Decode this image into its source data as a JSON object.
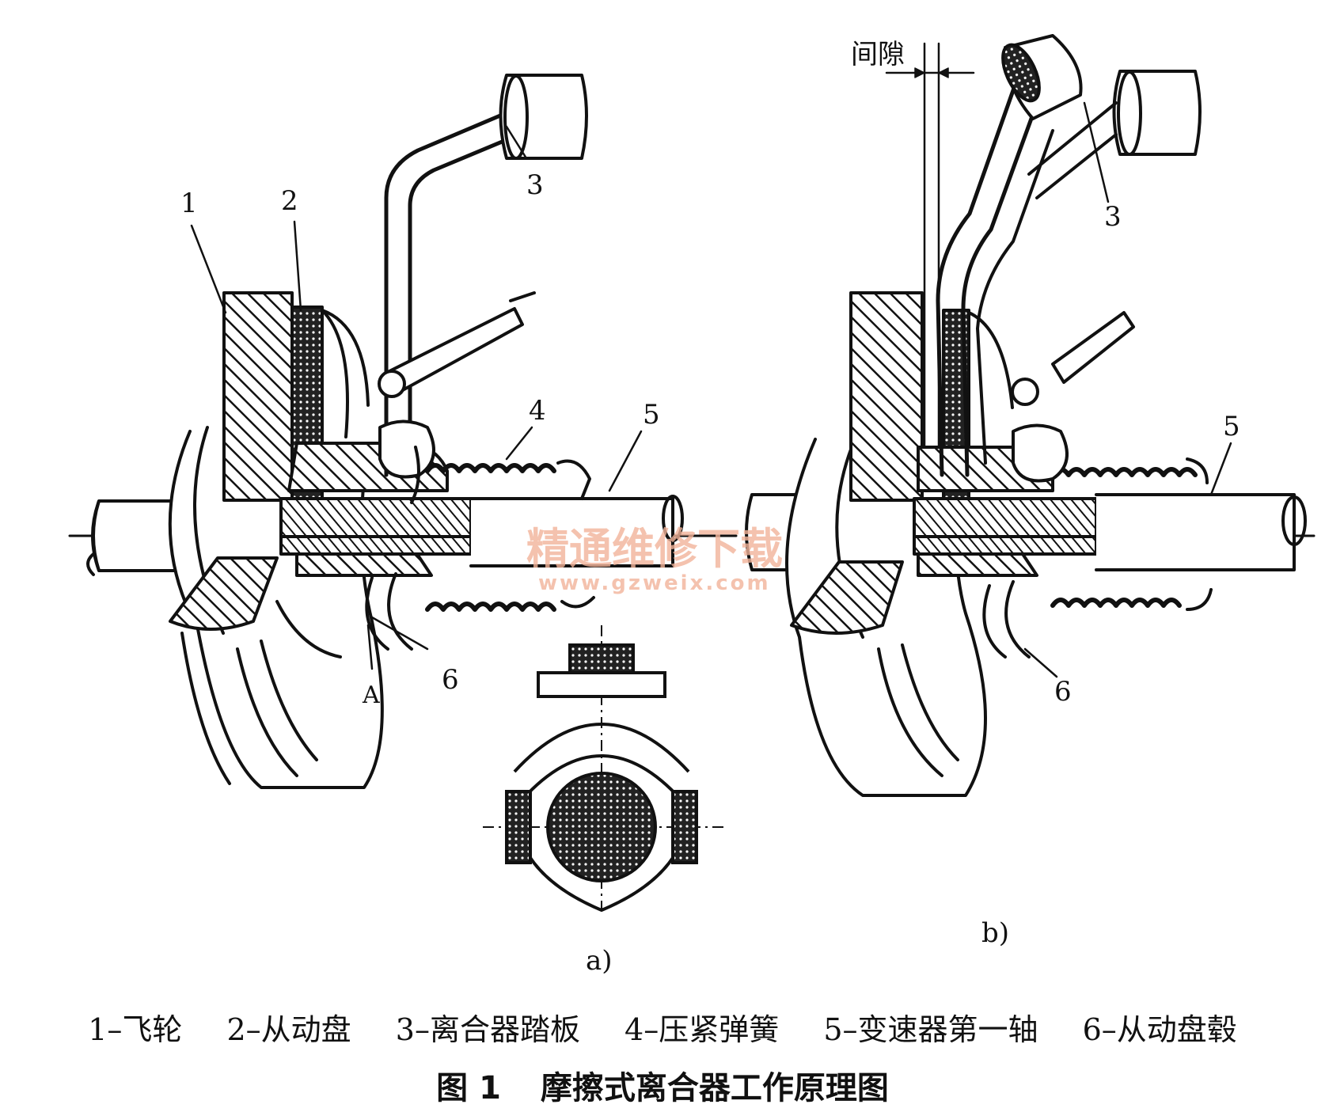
{
  "figure": {
    "gap_label": "间隙",
    "panel_a": {
      "sublabel": "a)",
      "callouts": [
        "1",
        "2",
        "3",
        "4",
        "5",
        "6",
        "A"
      ]
    },
    "panel_b": {
      "sublabel": "b)",
      "callouts": [
        "3",
        "5",
        "6"
      ]
    }
  },
  "watermark": {
    "text": "精通维修下载",
    "url": "www.gzweix.com",
    "color": "#f2b49a"
  },
  "legend": [
    "1–飞轮",
    "2–从动盘",
    "3–离合器踏板",
    "4–压紧弹簧",
    "5–变速器第一轴",
    "6–从动盘毂"
  ],
  "caption": {
    "number": "图 1",
    "title": "摩擦式离合器工作原理图"
  }
}
